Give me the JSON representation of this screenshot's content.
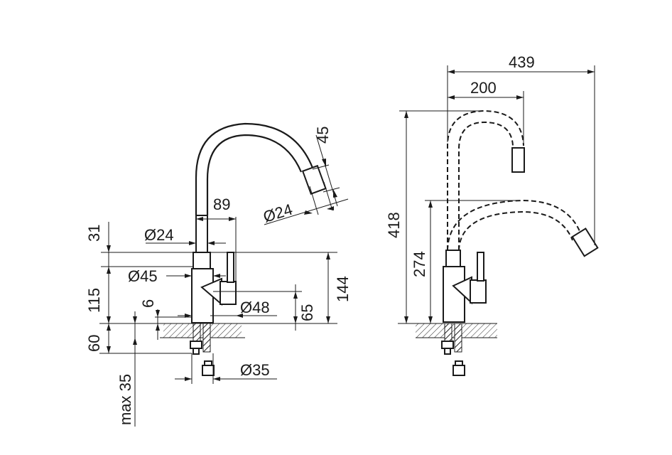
{
  "left_view": {
    "dim_89": "89",
    "dim_d24_top": "Ø24",
    "dim_d24_left": "Ø24",
    "dim_45_tilted": "45",
    "dim_31": "31",
    "dim_115": "115",
    "dim_60": "60",
    "dim_max35": "max 35",
    "dim_6": "6",
    "dim_d45": "Ø45",
    "dim_d48": "Ø48",
    "dim_65": "65",
    "dim_144": "144",
    "dim_d35": "Ø35"
  },
  "right_view": {
    "dim_439": "439",
    "dim_200": "200",
    "dim_418": "418",
    "dim_274": "274"
  }
}
